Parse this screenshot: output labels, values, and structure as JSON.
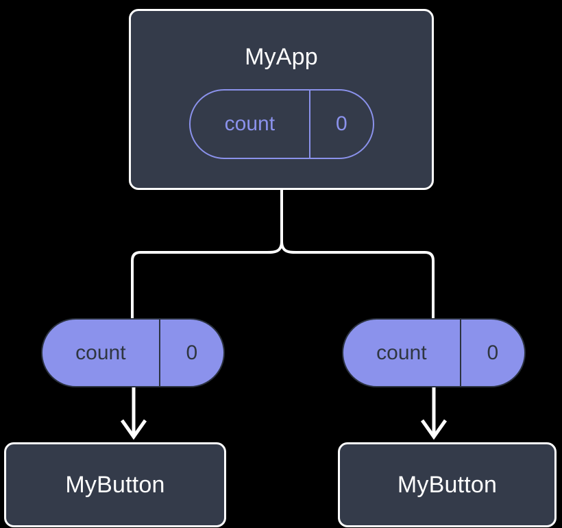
{
  "diagram": {
    "type": "component-tree",
    "background_color": "#000000",
    "colors": {
      "box_fill": "#343b4a",
      "box_border": "#ffffff",
      "accent_purple": "#8b92ec",
      "pill_text_dark": "#2f3640",
      "wire": "#ffffff"
    },
    "root": {
      "title": "MyApp",
      "state": {
        "key": "count",
        "value": "0"
      }
    },
    "branches": [
      {
        "prop": {
          "key": "count",
          "value": "0"
        },
        "child": {
          "title": "MyButton"
        }
      },
      {
        "prop": {
          "key": "count",
          "value": "0"
        },
        "child": {
          "title": "MyButton"
        }
      }
    ]
  }
}
